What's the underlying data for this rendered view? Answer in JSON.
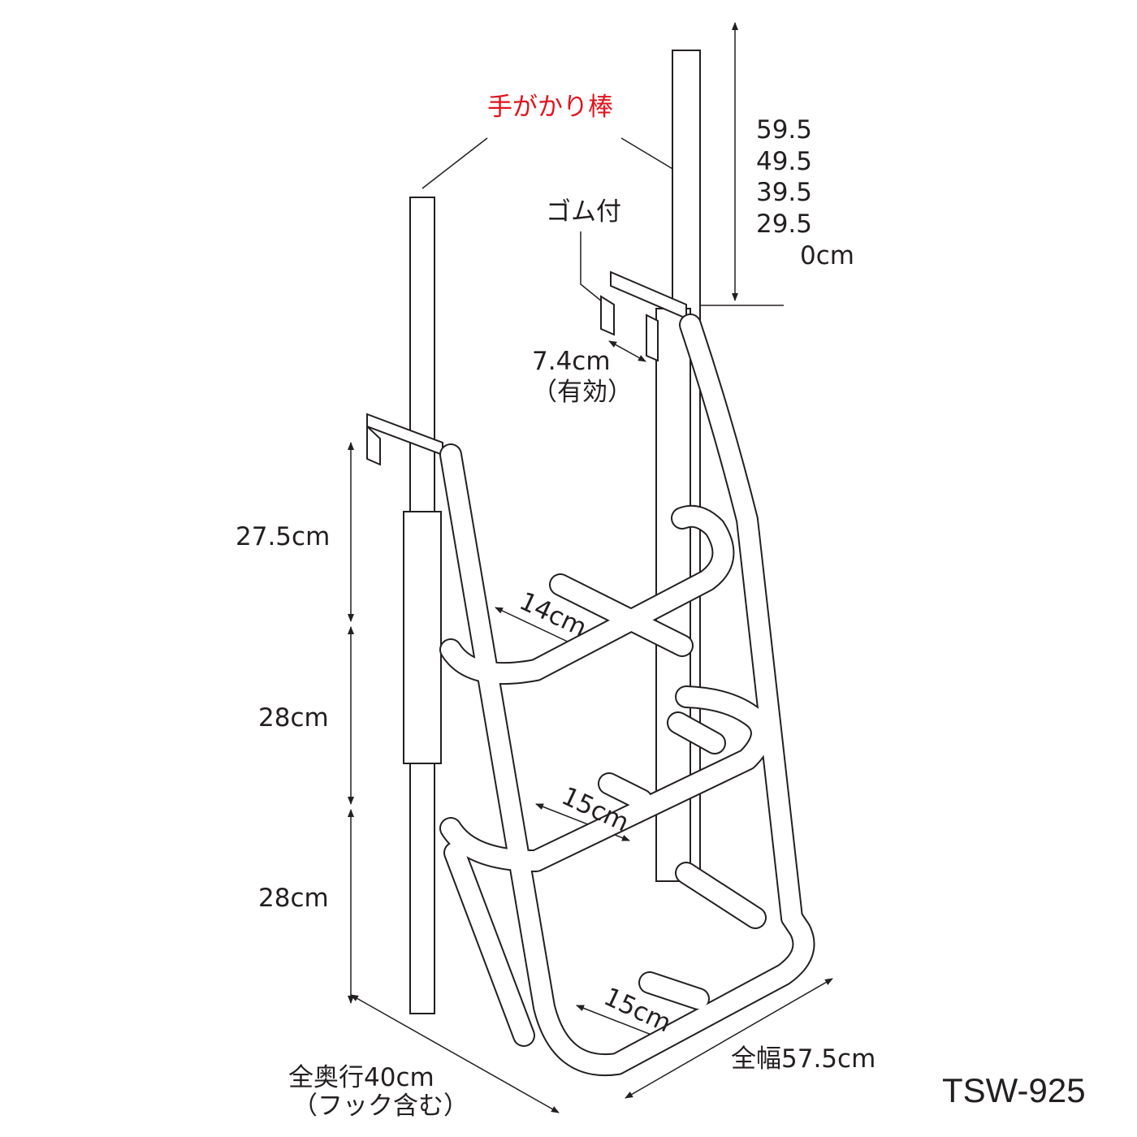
{
  "labels": {
    "handrail": "手がかり棒",
    "heights": [
      "59.5",
      "49.5",
      "39.5",
      "29.5",
      "0cm"
    ],
    "rubber": "ゴム付",
    "hook_gap": "7.4cm",
    "hook_gap_note": "（有効）",
    "step_spacing": [
      "27.5cm",
      "28cm",
      "28cm"
    ],
    "step_depths": [
      "14cm",
      "15cm",
      "15cm"
    ],
    "total_depth": "全奥行40cm",
    "total_depth_note": "（フック含む）",
    "total_width": "全幅57.5cm",
    "model": "TSW-925"
  },
  "colors": {
    "accent": "#e0141e",
    "line": "#231f20"
  }
}
